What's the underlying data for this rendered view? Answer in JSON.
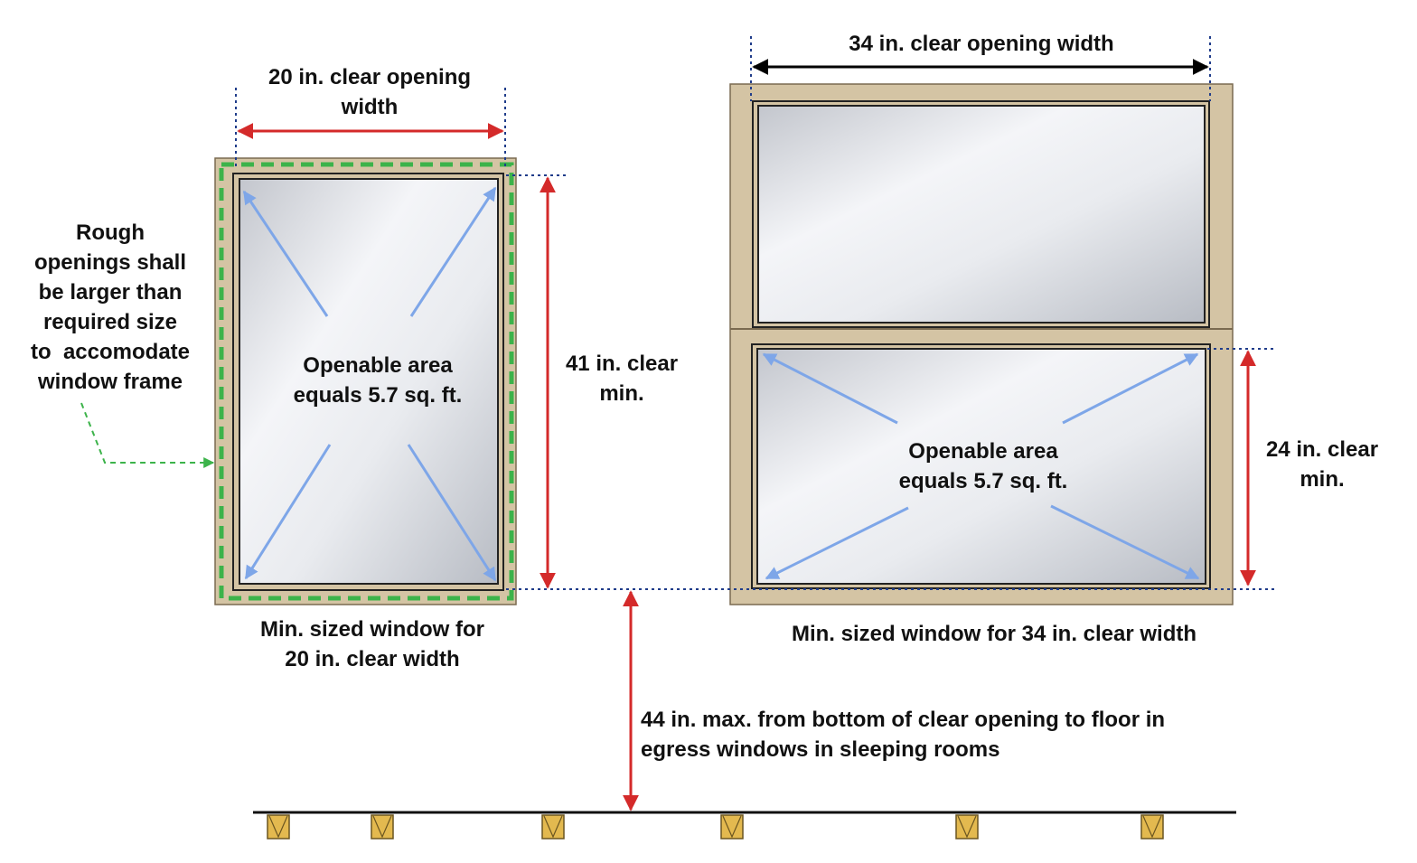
{
  "labels": {
    "left_width": [
      "20 in. clear opening",
      "width"
    ],
    "right_width": "34 in. clear opening width",
    "rough_opening": [
      "Rough",
      "openings shall",
      "be larger than",
      "required size",
      "to  accomodate",
      "window frame"
    ],
    "left_area": [
      "Openable area",
      "equals 5.7 sq. ft."
    ],
    "right_area": [
      "Openable area",
      "equals 5.7 sq. ft."
    ],
    "left_height": [
      "41 in. clear",
      "min."
    ],
    "right_height": [
      "24 in. clear",
      "min."
    ],
    "left_caption": [
      "Min. sized window for",
      "20 in. clear width"
    ],
    "right_caption": "Min. sized window for 34 in. clear width",
    "sill_height": [
      "44 in. max. from bottom of clear opening to floor in",
      "egress windows in sleeping rooms"
    ]
  },
  "colors": {
    "frame_fill": "#d4c4a4",
    "frame_stroke": "#7a6a50",
    "glass_light": "#f4f5f8",
    "glass_dark": "#c3c6cd",
    "red_dimension": "#d42a2a",
    "blue_arrow": "#7ea6e8",
    "dotted_guide": "#1f3c8a",
    "green_dashed": "#3cb34a",
    "black_dimension": "#000000",
    "floor_joist": "#e3b94f"
  },
  "icons": [
    "diagonal-arrow-icon",
    "dimension-arrow-icon",
    "floor-joist-icon"
  ]
}
